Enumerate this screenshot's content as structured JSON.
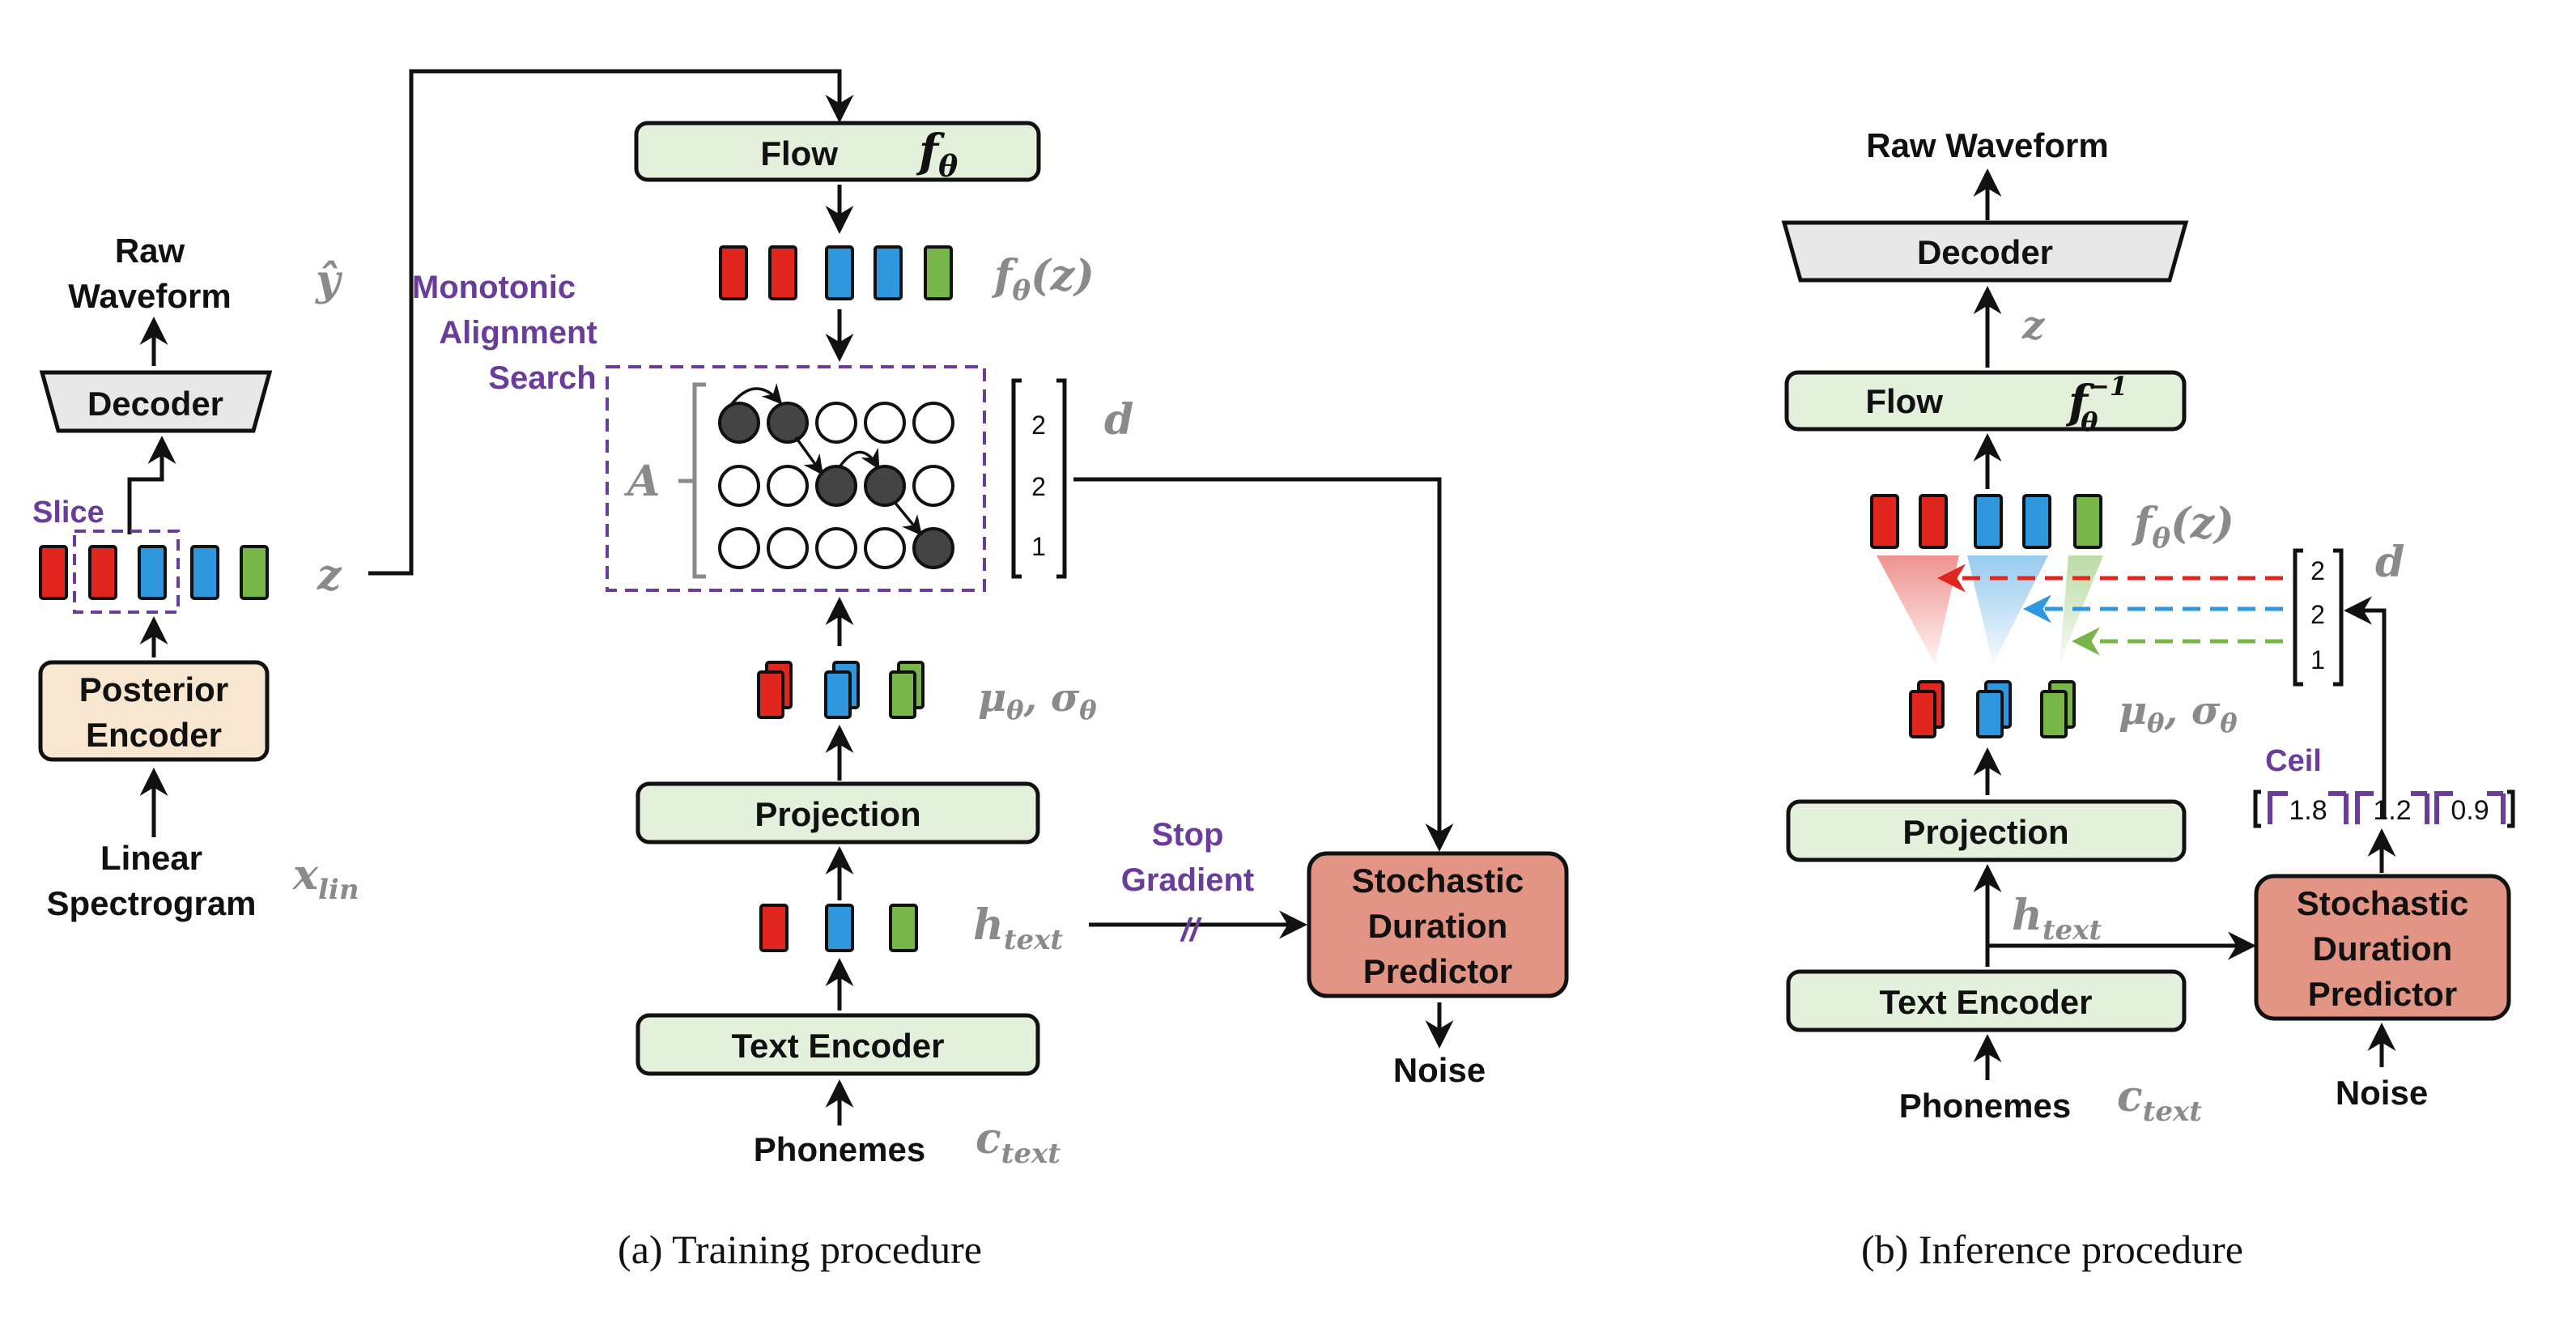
{
  "training": {
    "caption": "(a) Training procedure",
    "raw_waveform": [
      "Raw",
      "Waveform"
    ],
    "y_hat": "ŷ",
    "decoder": "Decoder",
    "slice": "Slice",
    "z": "z",
    "posterior_encoder": [
      "Posterior",
      "Encoder"
    ],
    "linear_spectrogram": [
      "Linear",
      "Spectrogram"
    ],
    "x_lin": "x",
    "x_lin_sub": "lin",
    "flow": "Flow",
    "f_theta": "f",
    "f_theta_sub": "θ",
    "f_theta_z": "f",
    "f_theta_z_sub": "θ",
    "f_theta_z_arg": "(z)",
    "mas": [
      "Monotonic",
      "Alignment",
      "Search"
    ],
    "A": "A",
    "d": "d",
    "d_values": [
      "2",
      "2",
      "1"
    ],
    "mu_sigma": "μ",
    "mu_sub": "θ",
    "sigma": ", σ",
    "sigma_sub": "θ",
    "projection": "Projection",
    "h_text": "h",
    "h_text_sub": "text",
    "stop_gradient": [
      "Stop",
      "Gradient"
    ],
    "stop_mark": "//",
    "sdp": [
      "Stochastic",
      "Duration",
      "Predictor"
    ],
    "noise": "Noise",
    "text_encoder": "Text Encoder",
    "phonemes": "Phonemes",
    "c_text": "c",
    "c_text_sub": "text"
  },
  "inference": {
    "caption": "(b) Inference procedure",
    "raw_waveform": "Raw Waveform",
    "decoder": "Decoder",
    "z": "z",
    "flow": "Flow",
    "f_inv": "f",
    "f_inv_sup": "−1",
    "f_inv_sub": "θ",
    "f_theta_z": "f",
    "f_theta_z_sub": "θ",
    "f_theta_z_arg": "(z)",
    "d": "d",
    "d_values": [
      "2",
      "2",
      "1"
    ],
    "mu_sigma": "μ",
    "mu_sub": "θ",
    "sigma": ", σ",
    "sigma_sub": "θ",
    "ceil": "Ceil",
    "ceil_values": [
      "1.8",
      "1.2",
      "0.9"
    ],
    "projection": "Projection",
    "h_text": "h",
    "h_text_sub": "text",
    "text_encoder": "Text Encoder",
    "phonemes": "Phonemes",
    "c_text": "c",
    "c_text_sub": "text",
    "sdp": [
      "Stochastic",
      "Duration",
      "Predictor"
    ],
    "noise": "Noise"
  },
  "colors": {
    "green_box": "#e3f0dc",
    "orange_box": "#f7e6d0",
    "sdp_box": "#e39585",
    "decoder_box": "#e8e8e8",
    "red": "#e0261f",
    "blue": "#2e97dd",
    "green": "#78b64a",
    "purple": "#6a3d9a",
    "math_gray": "#8a8a8a"
  }
}
